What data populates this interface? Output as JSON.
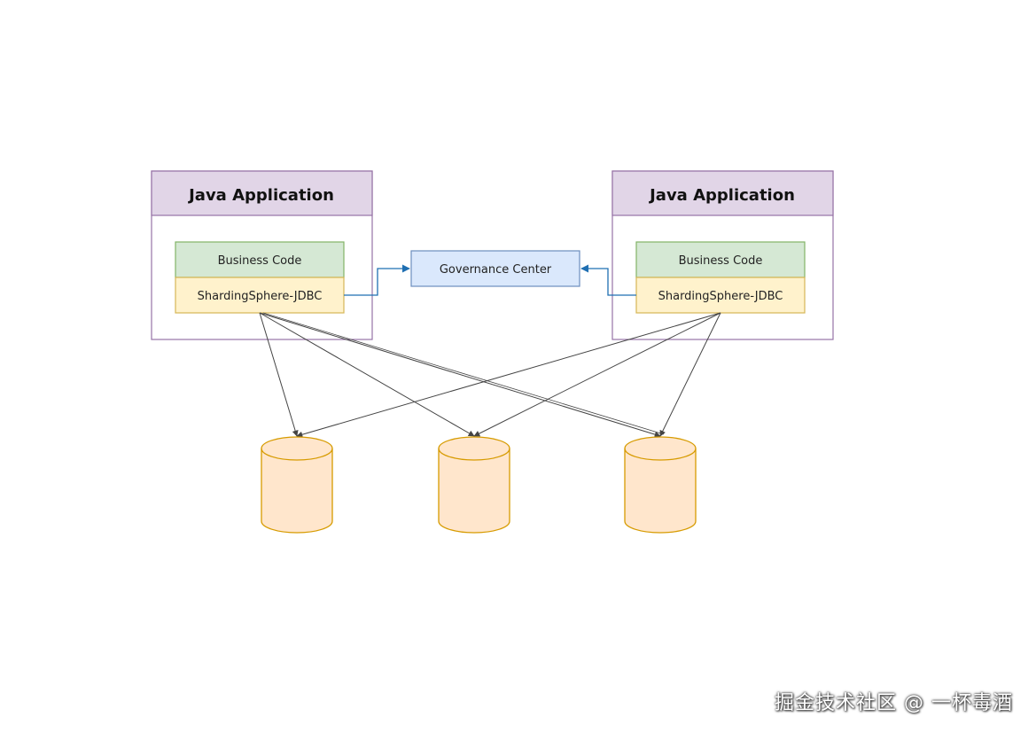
{
  "applications": [
    {
      "title": "Java Application",
      "business_code": "Business Code",
      "jdbc": "ShardingSphere-JDBC"
    },
    {
      "title": "Java Application",
      "business_code": "Business Code",
      "jdbc": "ShardingSphere-JDBC"
    }
  ],
  "governance": {
    "label": "Governance Center"
  },
  "databases": [
    {
      "id": "db-1"
    },
    {
      "id": "db-2"
    },
    {
      "id": "db-3"
    }
  ],
  "colors": {
    "app_header_fill": "#e1d5e7",
    "app_border": "#9673a6",
    "business_fill": "#d5e8d4",
    "business_border": "#82b366",
    "jdbc_fill": "#fff2cc",
    "jdbc_border": "#d6b656",
    "governance_fill": "#dae8fc",
    "governance_border": "#6c8ebf",
    "db_fill": "#ffe6cc",
    "db_border": "#d79b00",
    "edge_blue": "#1f6fb2",
    "edge_gray": "#444444"
  },
  "watermark": "掘金技术社区 @ 一杯毒酒"
}
